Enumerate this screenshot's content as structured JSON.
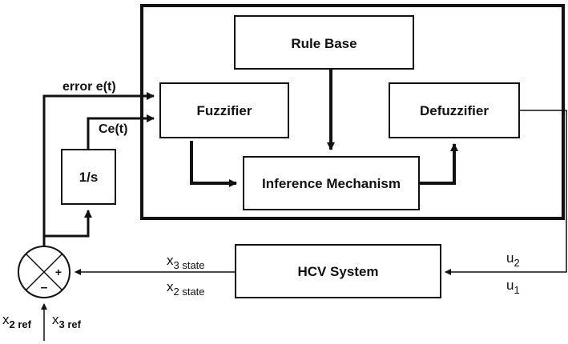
{
  "blocks": {
    "rule_base": "Rule Base",
    "fuzzifier": "Fuzzifier",
    "defuzzifier": "Defuzzifier",
    "inference": "Inference Mechanism",
    "integrator": "1/s",
    "hcv_system": "HCV System"
  },
  "signals": {
    "error": "error e(t)",
    "ce": "Ce(t)",
    "x3_state": {
      "base": "x",
      "sub": "3 state"
    },
    "x2_state": {
      "base": "x",
      "sub": "2 state"
    },
    "u2": {
      "base": "u",
      "sub": "2"
    },
    "u1": {
      "base": "u",
      "sub": "1"
    },
    "x2_ref": {
      "base": "x",
      "sub": "2 ref"
    },
    "x3_ref": {
      "base": "x",
      "sub": "3 ref"
    }
  },
  "summing_junction": {
    "plus_sign": "+",
    "minus_sign": "–"
  }
}
